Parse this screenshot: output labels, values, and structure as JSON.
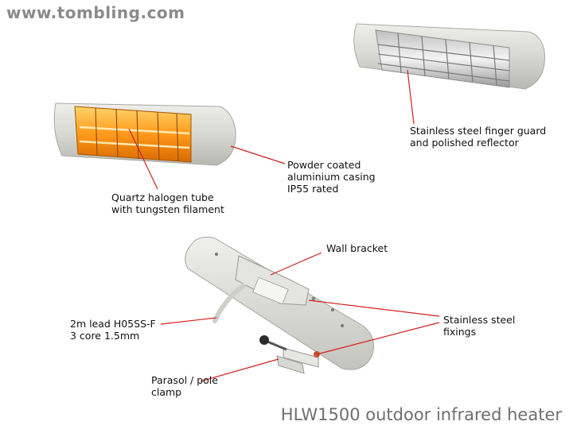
{
  "header": {
    "site_url": "www.tombling.com"
  },
  "labels": {
    "finger_guard": [
      "Stainless steel finger guard",
      "and polished reflector"
    ],
    "casing": [
      "Powder coated",
      "aluminium casing",
      "IP55 rated"
    ],
    "halogen": [
      "Quartz halogen tube",
      "with tungsten filament"
    ],
    "wall_bracket": [
      "Wall bracket"
    ],
    "lead": [
      "2m lead H05SS-F",
      "3 core 1.5mm"
    ],
    "fixings": [
      "Stainless steel",
      "fixings"
    ],
    "clamp": [
      "Parasol / pole",
      "clamp"
    ]
  },
  "footer": {
    "product_title": "HLW1500 outdoor infrared heater"
  },
  "colors": {
    "callout_line": "#d42020",
    "casing": "#dcdcd6",
    "glow": "#ff9a1a",
    "title_gray": "#6e6e6e"
  }
}
